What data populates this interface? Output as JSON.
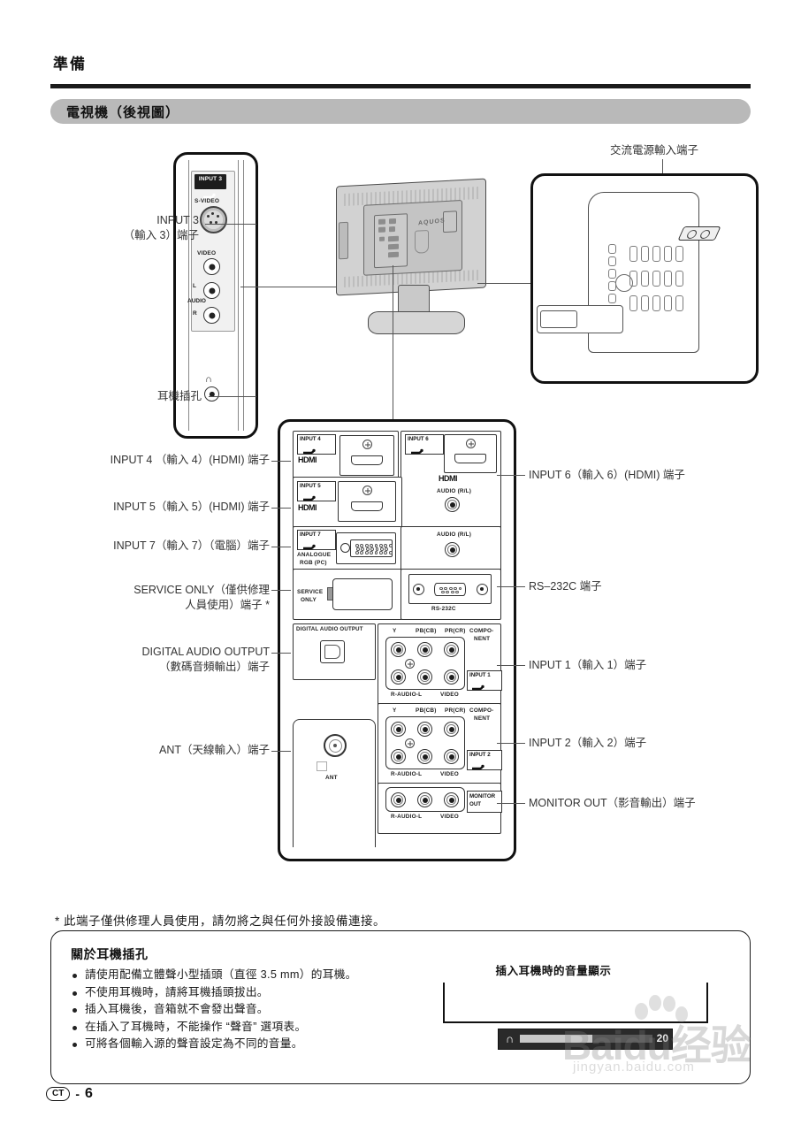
{
  "header": {
    "chapter": "準備",
    "section_title": "電視機（後視圖）"
  },
  "callouts": {
    "ac_power": "交流電源輸入端子",
    "input3": "INPUT 3",
    "input3_sub": "（輸入 3）端子",
    "headphone": "耳機插孔",
    "input4": "INPUT 4 （輸入 4）(HDMI) 端子",
    "input5": "INPUT 5（輸入 5）(HDMI) 端子",
    "input7": "INPUT 7（輸入 7）（電腦）端子",
    "service_only_l1": "SERVICE ONLY（僅供修理",
    "service_only_l2": "人員使用）端子 *",
    "digital_audio_l1": "DIGITAL AUDIO OUTPUT",
    "digital_audio_l2": "（數碼音頻輸出）端子",
    "ant": "ANT（天線輸入）端子",
    "input6": "INPUT 6（輸入 6）(HDMI) 端子",
    "rs232c": "RS–232C 端子",
    "input1": "INPUT 1（輸入 1）端子",
    "input2": "INPUT 2（輸入 2）端子",
    "monitor_out": "MONITOR OUT（影音輸出）端子"
  },
  "side_panel": {
    "input3_tag": "INPUT 3",
    "svideo": "S-VIDEO",
    "video": "VIDEO",
    "audio": "AUDIO",
    "audio_l": "L",
    "audio_r": "R",
    "headphone_icon": "headphone-icon"
  },
  "tv": {
    "brand": "AQUOS"
  },
  "panel": {
    "input4_tag": "INPUT 4",
    "input5_tag": "INPUT 5",
    "input6_tag": "INPUT 6",
    "input7_tag": "INPUT 7",
    "input1_tag": "INPUT 1",
    "input2_tag": "INPUT 2",
    "hdmi_logo": "HDMI",
    "analogue_l1": "ANALOGUE",
    "analogue_l2": "RGB (PC)",
    "audio_rl": "AUDIO (R/L)",
    "service_l1": "SERVICE",
    "service_l2": "ONLY",
    "rs232c_label": "RS-232C",
    "digital_audio_output": "DIGITAL AUDIO OUTPUT",
    "component_l1": "COMPO-",
    "component_l2": "NENT",
    "y": "Y",
    "pb": "PB(CB)",
    "pr": "PR(CR)",
    "r_audio_l": "R-AUDIO-L",
    "video": "VIDEO",
    "monitor_l1": "MONITOR",
    "monitor_l2": "OUT",
    "ant": "ANT"
  },
  "footnote": "* 此端子僅供修理人員使用，請勿將之與任何外接設備連接。",
  "note": {
    "title": "關於耳機插孔",
    "bullets": [
      "請使用配備立體聲小型插頭（直徑 3.5 mm）的耳機。",
      "不使用耳機時，請將耳機插頭拔出。",
      "插入耳機後，音箱就不會發出聲音。",
      "在插入了耳機時，不能操作 “聲音” 選項表。",
      "可將各個輸入源的聲音設定為不同的音量。"
    ]
  },
  "volume_display": {
    "title": "插入耳機時的音量顯示",
    "value": "20",
    "icon": "headphone-icon"
  },
  "watermark": {
    "main": "Baidu经验",
    "sub": "jingyan.baidu.com"
  },
  "footer": {
    "locale_badge": "CT",
    "dash": "-",
    "page_number": "6"
  }
}
